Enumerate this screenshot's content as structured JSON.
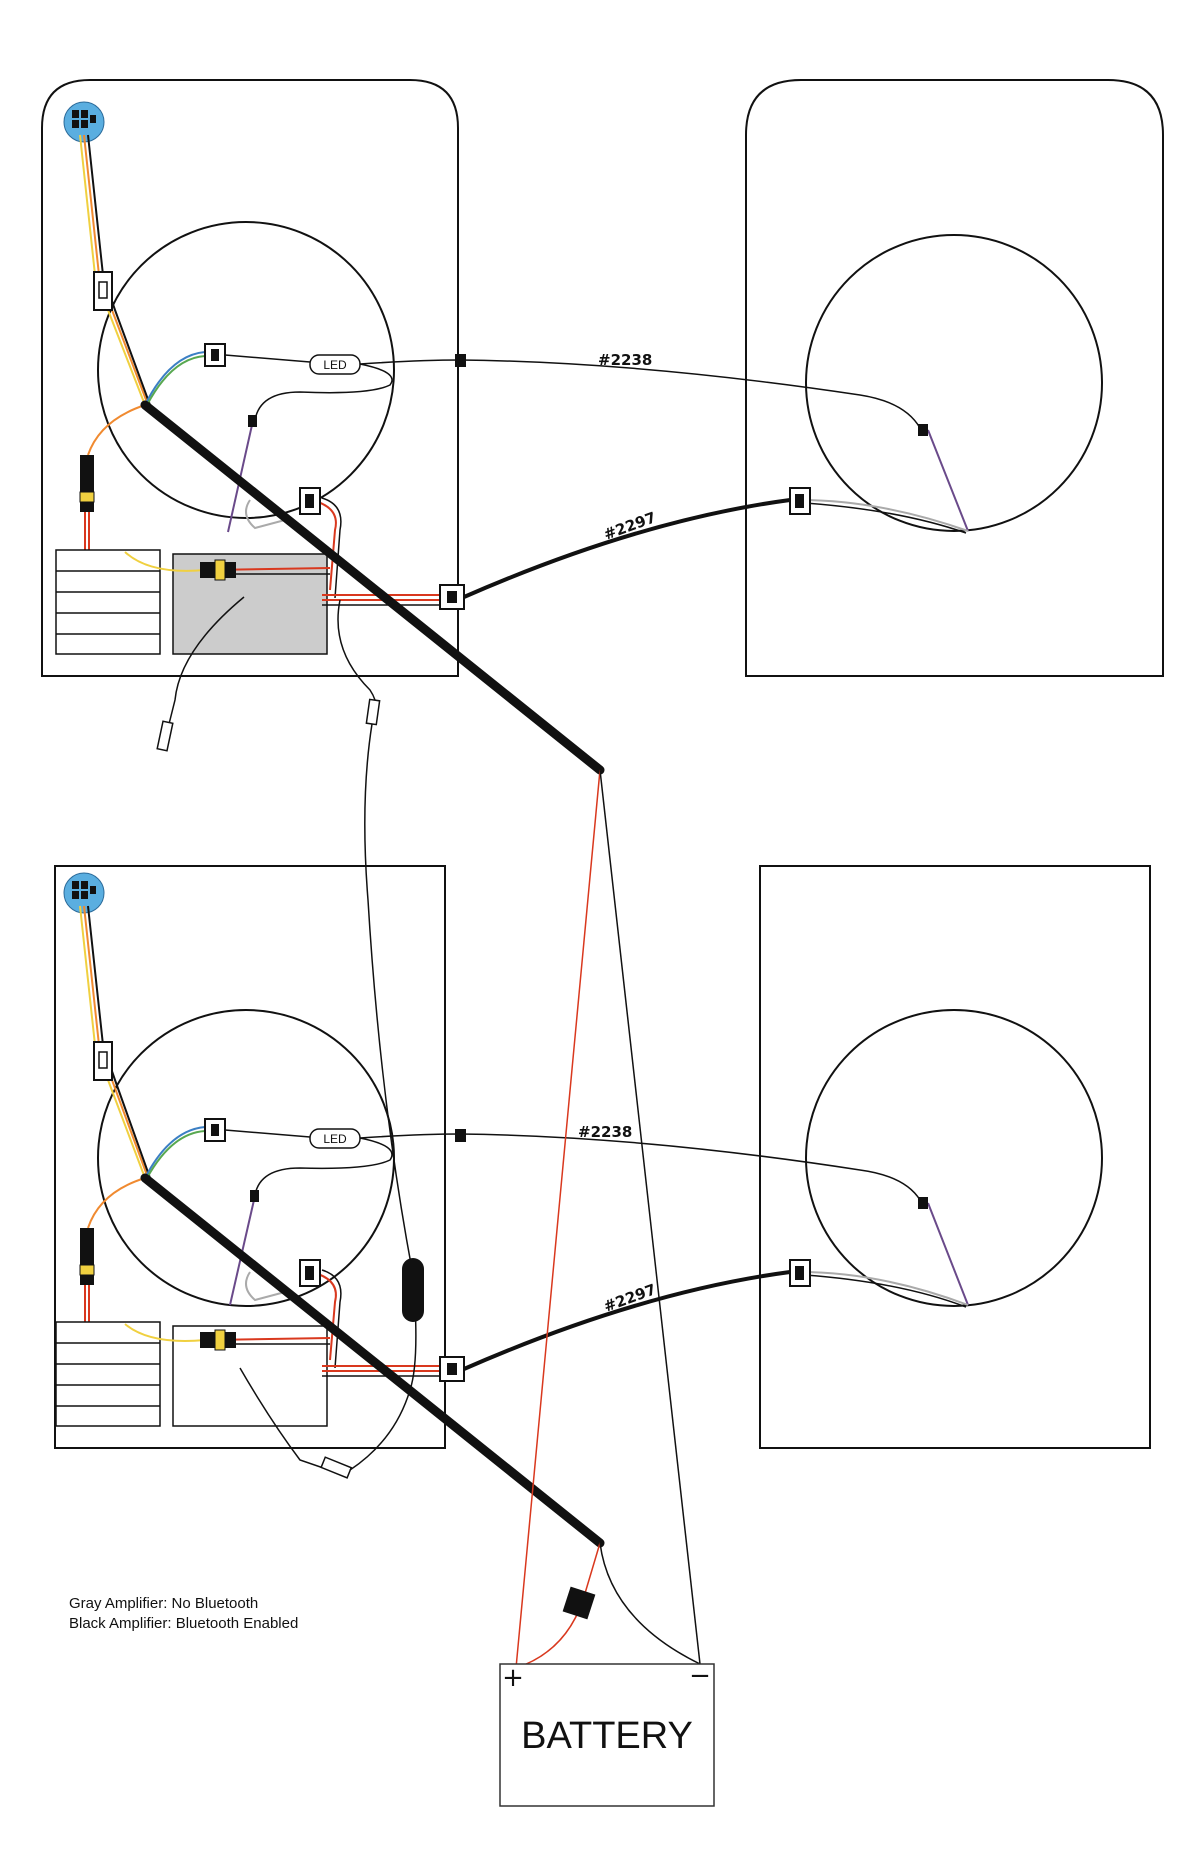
{
  "cables": {
    "top_led_cable": "#2238",
    "top_speaker_cable": "#2297",
    "bottom_led_cable": "#2238",
    "bottom_speaker_cable": "#2297"
  },
  "led_label": "LED",
  "battery": {
    "label": "BATTERY",
    "positive": "+",
    "negative": "−"
  },
  "legend": {
    "line1": "Gray Amplifier: No Bluetooth",
    "line2": "Black Amplifier: Bluetooth Enabled"
  },
  "colors": {
    "gray_amplifier": "#cccccc",
    "positive_wire": "#d9381e",
    "ground_wire": "#000000",
    "led_wire": "#3b7fc4",
    "switch_badge": "#5aaee0"
  }
}
